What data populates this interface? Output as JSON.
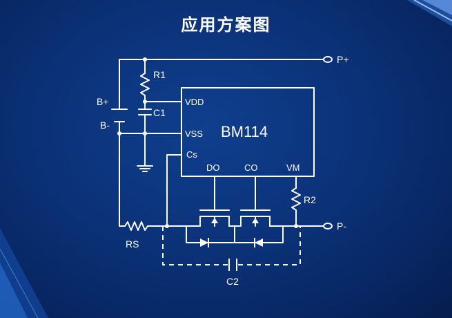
{
  "slide": {
    "title": "应用方案图"
  },
  "diagram": {
    "chip": "BM114",
    "pins": {
      "vdd": "VDD",
      "vss": "VSS",
      "cs": "Cs",
      "do": "DO",
      "co": "CO",
      "vm": "VM"
    },
    "components": {
      "r1": "R1",
      "r2": "R2",
      "c1": "C1",
      "c2": "C2",
      "rs": "RS"
    },
    "terminals": {
      "b_plus": "B+",
      "b_minus": "B-",
      "p_plus": "P+",
      "p_minus": "P-"
    }
  },
  "colors": {
    "background": "#0b3278",
    "wire": "#ffffff"
  }
}
